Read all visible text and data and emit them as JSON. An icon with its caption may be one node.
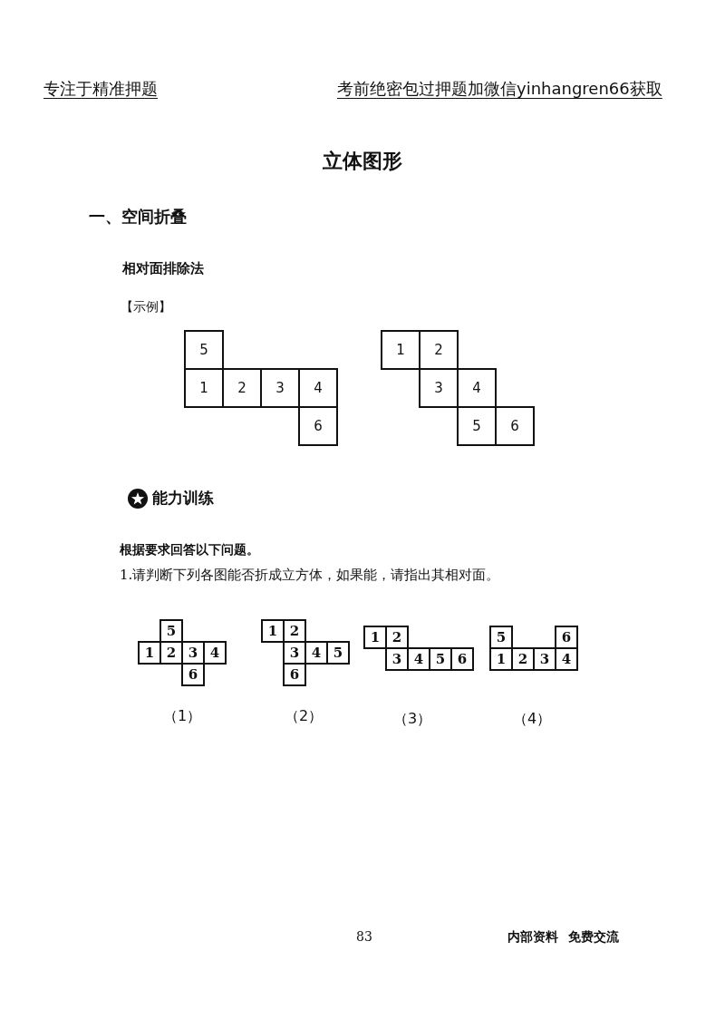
{
  "diagram": {
    "title": "立体图形",
    "nodes": [
      {
        "text": [
          "5"
        ]
      },
      {
        "text": [
          "1"
        ]
      },
      {
        "text": [
          "2"
        ]
      },
      {
        "text": [
          "3"
        ]
      },
      {
        "text": [
          "4"
        ]
      },
      {
        "text": [
          "6"
        ]
      },
      {
        "text": [
          "1"
        ]
      },
      {
        "text": [
          "2"
        ]
      },
      {
        "text": [
          "3"
        ]
      },
      {
        "text": [
          "4"
        ]
      },
      {
        "text": [
          "5"
        ]
      },
      {
        "text": [
          "6"
        ]
      },
      {
        "text": [
          "5"
        ]
      },
      {
        "text": [
          "1"
        ]
      },
      {
        "text": [
          "2"
        ]
      },
      {
        "text": [
          "3"
        ]
      },
      {
        "text": [
          "4"
        ]
      },
      {
        "text": [
          "6"
        ]
      },
      {
        "text": [
          "1"
        ]
      },
      {
        "text": [
          "2"
        ]
      },
      {
        "text": [
          "3"
        ]
      },
      {
        "text": [
          "4"
        ]
      },
      {
        "text": [
          "5"
        ]
      },
      {
        "text": [
          "6"
        ]
      },
      {
        "text": [
          "1"
        ]
      },
      {
        "text": [
          "2"
        ]
      },
      {
        "text": [
          "3"
        ]
      },
      {
        "text": [
          "4"
        ]
      },
      {
        "text": [
          "5"
        ]
      },
      {
        "text": [
          "6"
        ]
      },
      {
        "text": [
          "5"
        ]
      },
      {
        "text": [
          "6"
        ]
      },
      {
        "text": [
          "1"
        ]
      },
      {
        "text": [
          "2"
        ]
      },
      {
        "text": [
          "3"
        ]
      },
      {
        "text": [
          "4"
        ]
      }
    ],
    "labels": [
      "专注于精准押题",
      "考前绝密包过押题加微信yinhangren66获取",
      "一、空间折叠",
      "相对面排除法",
      "【示例】",
      "能力训练",
      "根据要求回答以下问题。",
      "1.请判断下列各图能否折成立方体，如果能，请指出其相对面。",
      "（1）",
      "（2）",
      "（3）",
      "（4）",
      "83",
      "内部资料 免费交流"
    ]
  }
}
